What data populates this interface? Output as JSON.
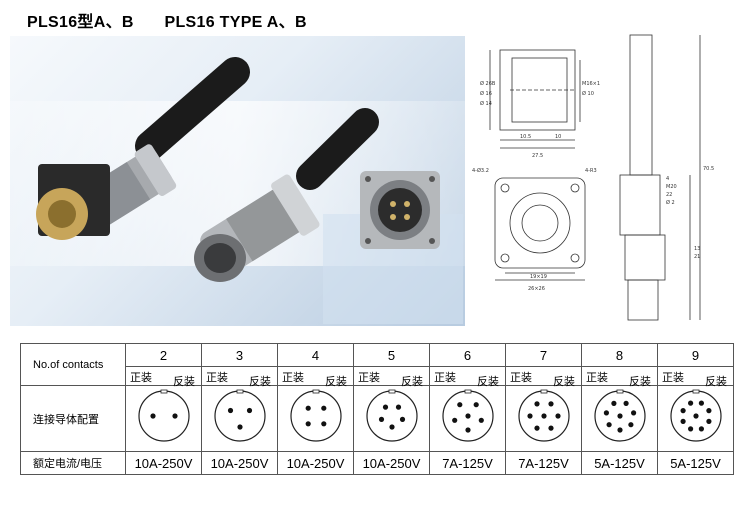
{
  "title": {
    "cn": "PLS16型A、B",
    "en": "PLS16 TYPE A、B"
  },
  "drawing": {
    "side_labels": [
      "Ø 26B",
      "Ø 16",
      "Ø 14",
      "M16×1",
      "Ø 10",
      "10.5",
      "10",
      "27.5"
    ],
    "front_labels": [
      "4-Ø3.2",
      "4-R3",
      "19×19",
      "26×26"
    ],
    "long_labels": [
      "4",
      "M20",
      "22",
      "Ø 2",
      "13",
      "21",
      "70.5"
    ]
  },
  "table": {
    "headers": {
      "contacts": "No.of contacts",
      "config": "连接导体配置",
      "rating": "额定电流/电压"
    },
    "mount_front": "正装",
    "mount_rear": "反装",
    "columns": [
      {
        "contacts": "2",
        "rating": "10A-250V"
      },
      {
        "contacts": "3",
        "rating": "10A-250V"
      },
      {
        "contacts": "4",
        "rating": "10A-250V"
      },
      {
        "contacts": "5",
        "rating": "10A-250V"
      },
      {
        "contacts": "6",
        "rating": "7A-125V"
      },
      {
        "contacts": "7",
        "rating": "7A-125V"
      },
      {
        "contacts": "8",
        "rating": "5A-125V"
      },
      {
        "contacts": "9",
        "rating": "5A-125V"
      }
    ]
  }
}
